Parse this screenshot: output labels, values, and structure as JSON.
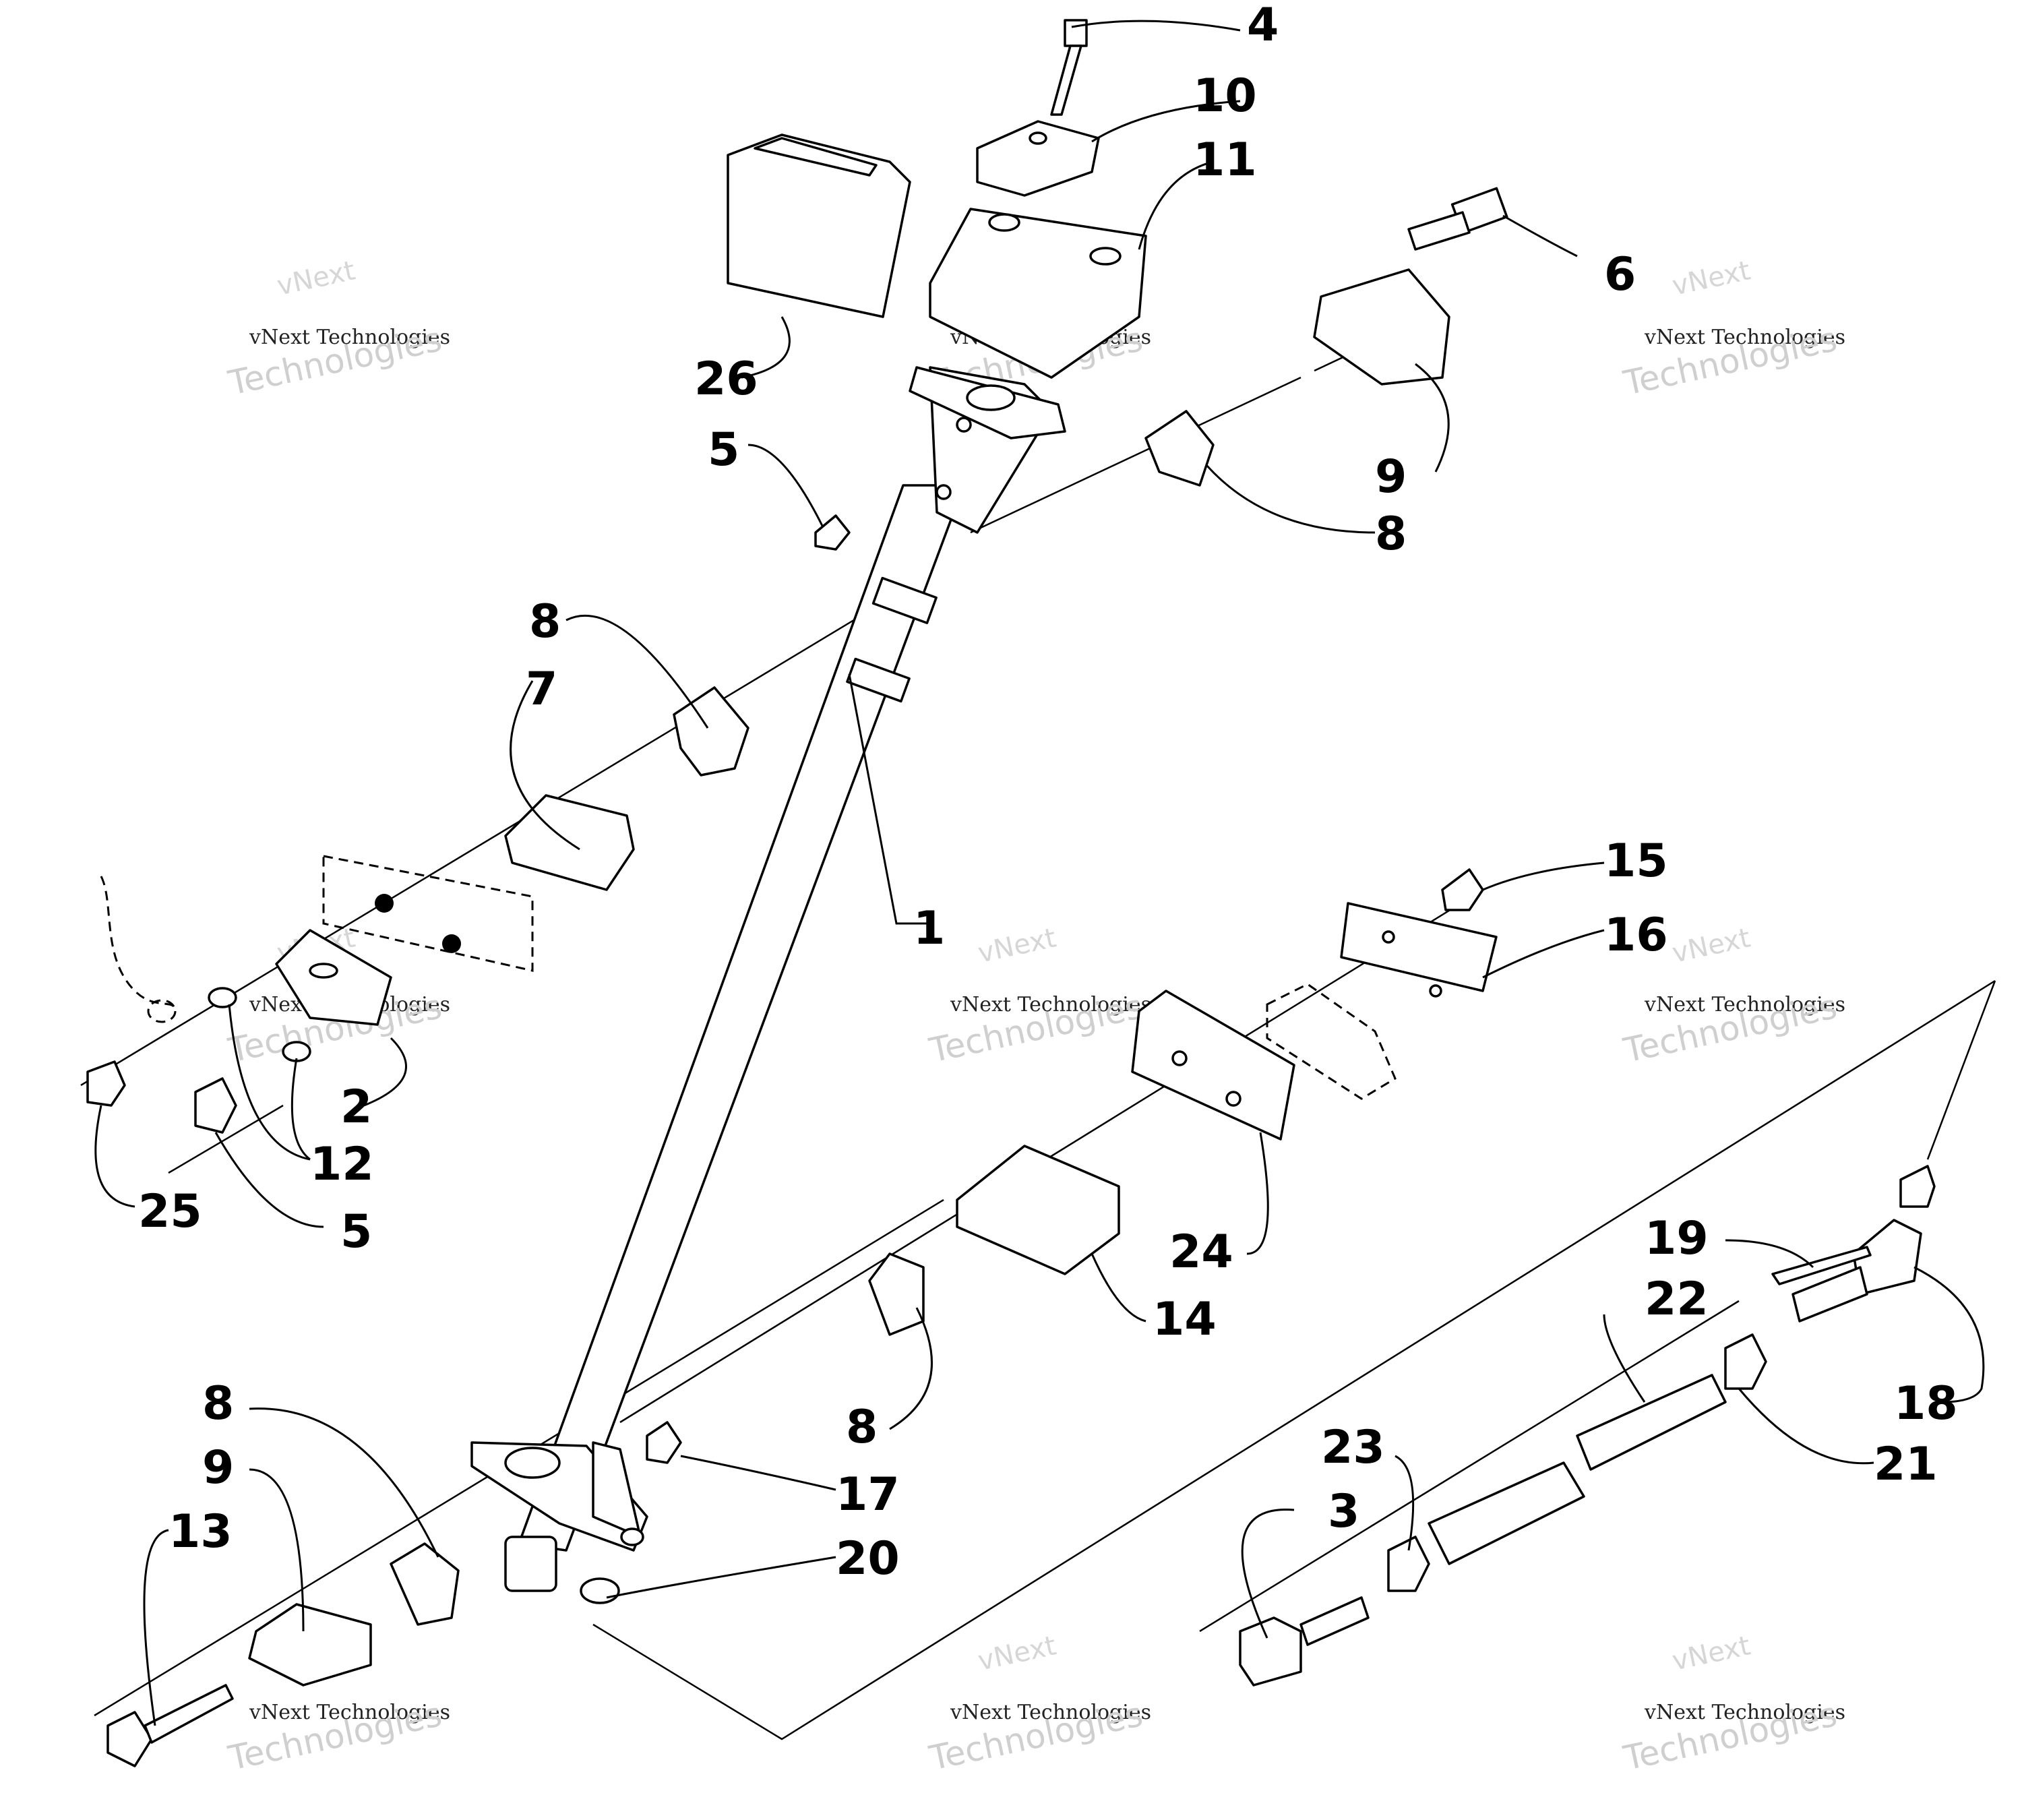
{
  "callouts": [
    {
      "id": "c1",
      "label": "1"
    },
    {
      "id": "c2",
      "label": "2"
    },
    {
      "id": "c3",
      "label": "3"
    },
    {
      "id": "c4",
      "label": "4"
    },
    {
      "id": "c5a",
      "label": "5"
    },
    {
      "id": "c5b",
      "label": "5"
    },
    {
      "id": "c6",
      "label": "6"
    },
    {
      "id": "c7",
      "label": "7"
    },
    {
      "id": "c8a",
      "label": "8"
    },
    {
      "id": "c8b",
      "label": "8"
    },
    {
      "id": "c8c",
      "label": "8"
    },
    {
      "id": "c8d",
      "label": "8"
    },
    {
      "id": "c9a",
      "label": "9"
    },
    {
      "id": "c9b",
      "label": "9"
    },
    {
      "id": "c10",
      "label": "10"
    },
    {
      "id": "c11",
      "label": "11"
    },
    {
      "id": "c12",
      "label": "12"
    },
    {
      "id": "c13",
      "label": "13"
    },
    {
      "id": "c14",
      "label": "14"
    },
    {
      "id": "c15",
      "label": "15"
    },
    {
      "id": "c16",
      "label": "16"
    },
    {
      "id": "c17",
      "label": "17"
    },
    {
      "id": "c18",
      "label": "18"
    },
    {
      "id": "c19",
      "label": "19"
    },
    {
      "id": "c20",
      "label": "20"
    },
    {
      "id": "c21",
      "label": "21"
    },
    {
      "id": "c22",
      "label": "22"
    },
    {
      "id": "c23",
      "label": "23"
    },
    {
      "id": "c24",
      "label": "24"
    },
    {
      "id": "c25",
      "label": "25"
    },
    {
      "id": "c26",
      "label": "26"
    }
  ],
  "watermark": {
    "brand": "vNext",
    "line": "vNext Technologies",
    "word": "Technologies"
  }
}
